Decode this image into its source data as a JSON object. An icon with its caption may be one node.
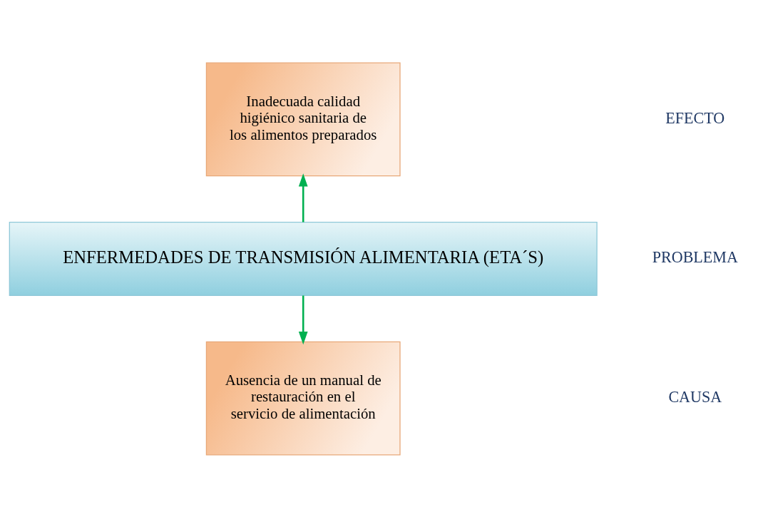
{
  "diagram": {
    "nodes": [
      {
        "text": [
          "Inadecuada calidad higiénico sanitaria de los alimentos preparados"
        ]
      },
      {
        "text": [
          "ENFERMEDADES DE TRANSMISIÓN ALIMENTARIA (ETA´S)"
        ]
      },
      {
        "text": [
          "Ausencia de un manual de restauración en el servicio de alimentación"
        ]
      }
    ],
    "edges": [
      {
        "from": 1,
        "to": 0,
        "arrow": "to"
      },
      {
        "from": 1,
        "to": 2,
        "arrow": "to"
      }
    ],
    "labels": [
      "EFECTO",
      "PROBLEMA",
      "CAUSA"
    ]
  }
}
